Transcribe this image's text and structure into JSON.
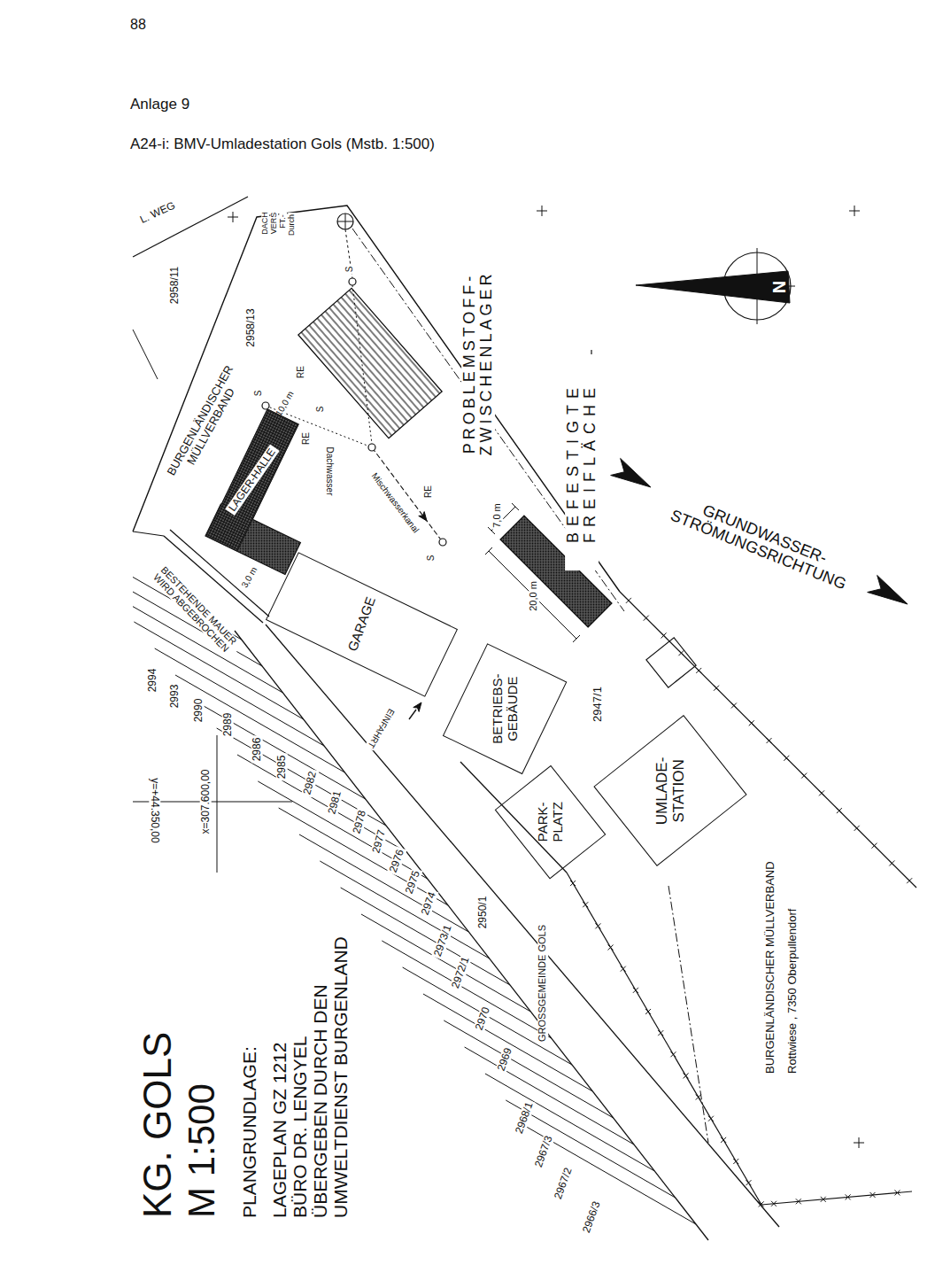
{
  "diagram": {
    "title": "A24-i: BMV-Umladestation Gols (Mstb. 1:500)",
    "nodes": [
      {
        "text": [
          "LAGER-HALLE"
        ]
      },
      {
        "text": [
          "GARAGE"
        ]
      },
      {
        "text": [
          "BETRIEBS-GEBÄUDE"
        ]
      },
      {
        "text": [
          "PARK-PLATZ"
        ]
      },
      {
        "text": [
          "UMLADE-STATION"
        ]
      }
    ],
    "labels": [
      "88",
      "Anlage 9",
      "L. WEG",
      "2958/11",
      "DACH",
      "VERS",
      "FT.-",
      "Durch",
      "2958/13",
      "BURGENLÄNDISCHER MÜLLVERBAND",
      "BESTEHENDE MAUER WIRD ABGEBROCHEN",
      "S",
      "10,0 m",
      "RE",
      "S",
      "RE",
      "Dachwasser",
      "S",
      "Mischwasserkanal",
      "RE",
      "S",
      "3,0 m",
      "PROBLEMSTOFF-ZWISCHENLAGER",
      "7,0 m",
      "20,0 m",
      "BEFESTIGTE FREIFLÄCHE",
      "GRUNDWASSER-STRÖMUNGSRICHTUNG",
      "N",
      "EINFAHRT",
      "2947/1",
      "x=307.600,00",
      "y=+44.350,00",
      "2994",
      "2993",
      "2990",
      "2989",
      "2986",
      "2985",
      "2982",
      "2981",
      "2978",
      "2977",
      "2976",
      "2975",
      "2974",
      "2973/1",
      "2972/1",
      "2970",
      "2969",
      "2968/1",
      "2967/3",
      "2967/2",
      "2966/3",
      "2950/1",
      "GROSSGEMEINDE GOLS",
      "KG. GOLS",
      "M 1:500",
      "PLANGRUNDLAGE:",
      "LAGEPLAN GZ 1212",
      "BÜRO DR. LENGYEL",
      "ÜBERGEBEN DURCH DEN",
      "UMWELTDIENST BURGENLAND",
      "BURGENLÄNDISCHER MÜLLVERBAND",
      "Rottwiese , 7350 Oberpullendorf"
    ]
  }
}
